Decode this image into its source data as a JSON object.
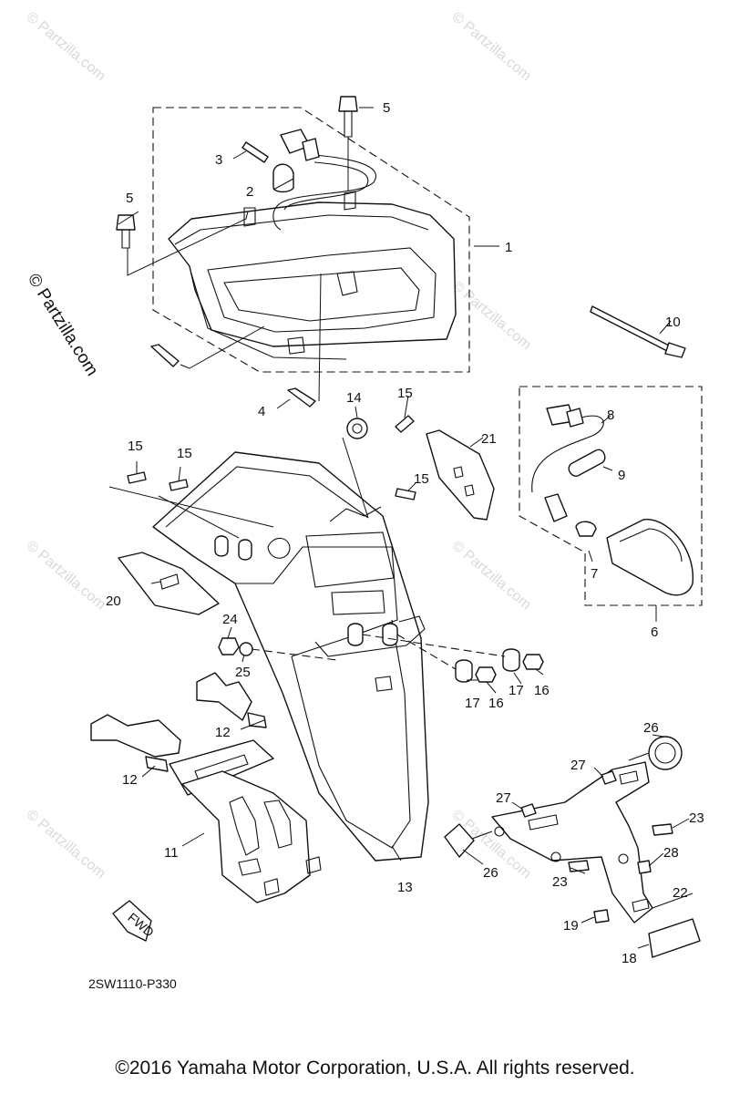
{
  "watermark": {
    "text": "© Partzilla.com"
  },
  "side_watermark": {
    "text": "© Partzilla.com"
  },
  "diagram_code": "2SW1110-P330",
  "fwd_label": "FWD",
  "copyright": "©2016 Yamaha Motor Corporation, U.S.A. All rights reserved.",
  "callouts": {
    "c1": "1",
    "c2": "2",
    "c3": "3",
    "c4": "4",
    "c5a": "5",
    "c5b": "5",
    "c6": "6",
    "c7": "7",
    "c8": "8",
    "c9": "9",
    "c10": "10",
    "c11": "11",
    "c12a": "12",
    "c12b": "12",
    "c13": "13",
    "c14": "14",
    "c15a": "15",
    "c15b": "15",
    "c15c": "15",
    "c15d": "15",
    "c16a": "16",
    "c16b": "16",
    "c17a": "17",
    "c17b": "17",
    "c18": "18",
    "c19": "19",
    "c20": "20",
    "c21": "21",
    "c22": "22",
    "c23a": "23",
    "c23b": "23",
    "c24": "24",
    "c25": "25",
    "c26a": "26",
    "c26b": "26",
    "c27a": "27",
    "c27b": "27",
    "c28": "28"
  }
}
